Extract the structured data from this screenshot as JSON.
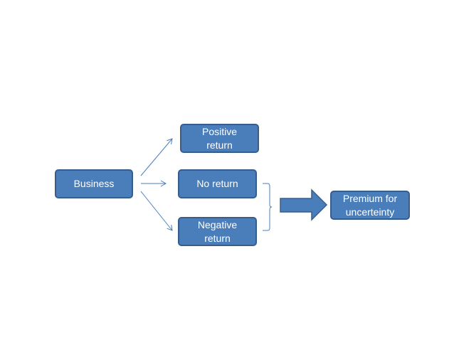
{
  "diagram": {
    "nodes": {
      "business": "Business",
      "positive_return": "Positive\nreturn",
      "no_return": "No return",
      "negative_return": "Negative\nreturn",
      "premium": "Premium for\nuncerteinty"
    }
  },
  "colors": {
    "box_fill": "#4a7ebb",
    "box_border": "#385d8a",
    "connector": "#4a7ebb",
    "box_text": "#ffffff"
  }
}
